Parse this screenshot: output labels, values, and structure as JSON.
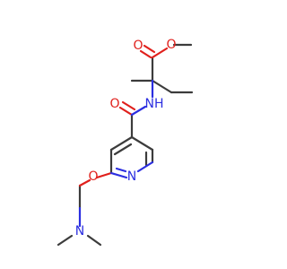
{
  "molecule": {
    "colors": {
      "carbon_bond": "#3c3c3c",
      "oxygen": "#e0201c",
      "nitrogen": "#2b2ee0",
      "background": "#ffffff"
    },
    "atom_labels": {
      "ester_carbonyl_o": "O",
      "ester_o": "O",
      "amide_nh": "NH",
      "amide_o": "O",
      "pyridine_n": "N",
      "ether_o": "O",
      "amine_n": "N"
    }
  }
}
